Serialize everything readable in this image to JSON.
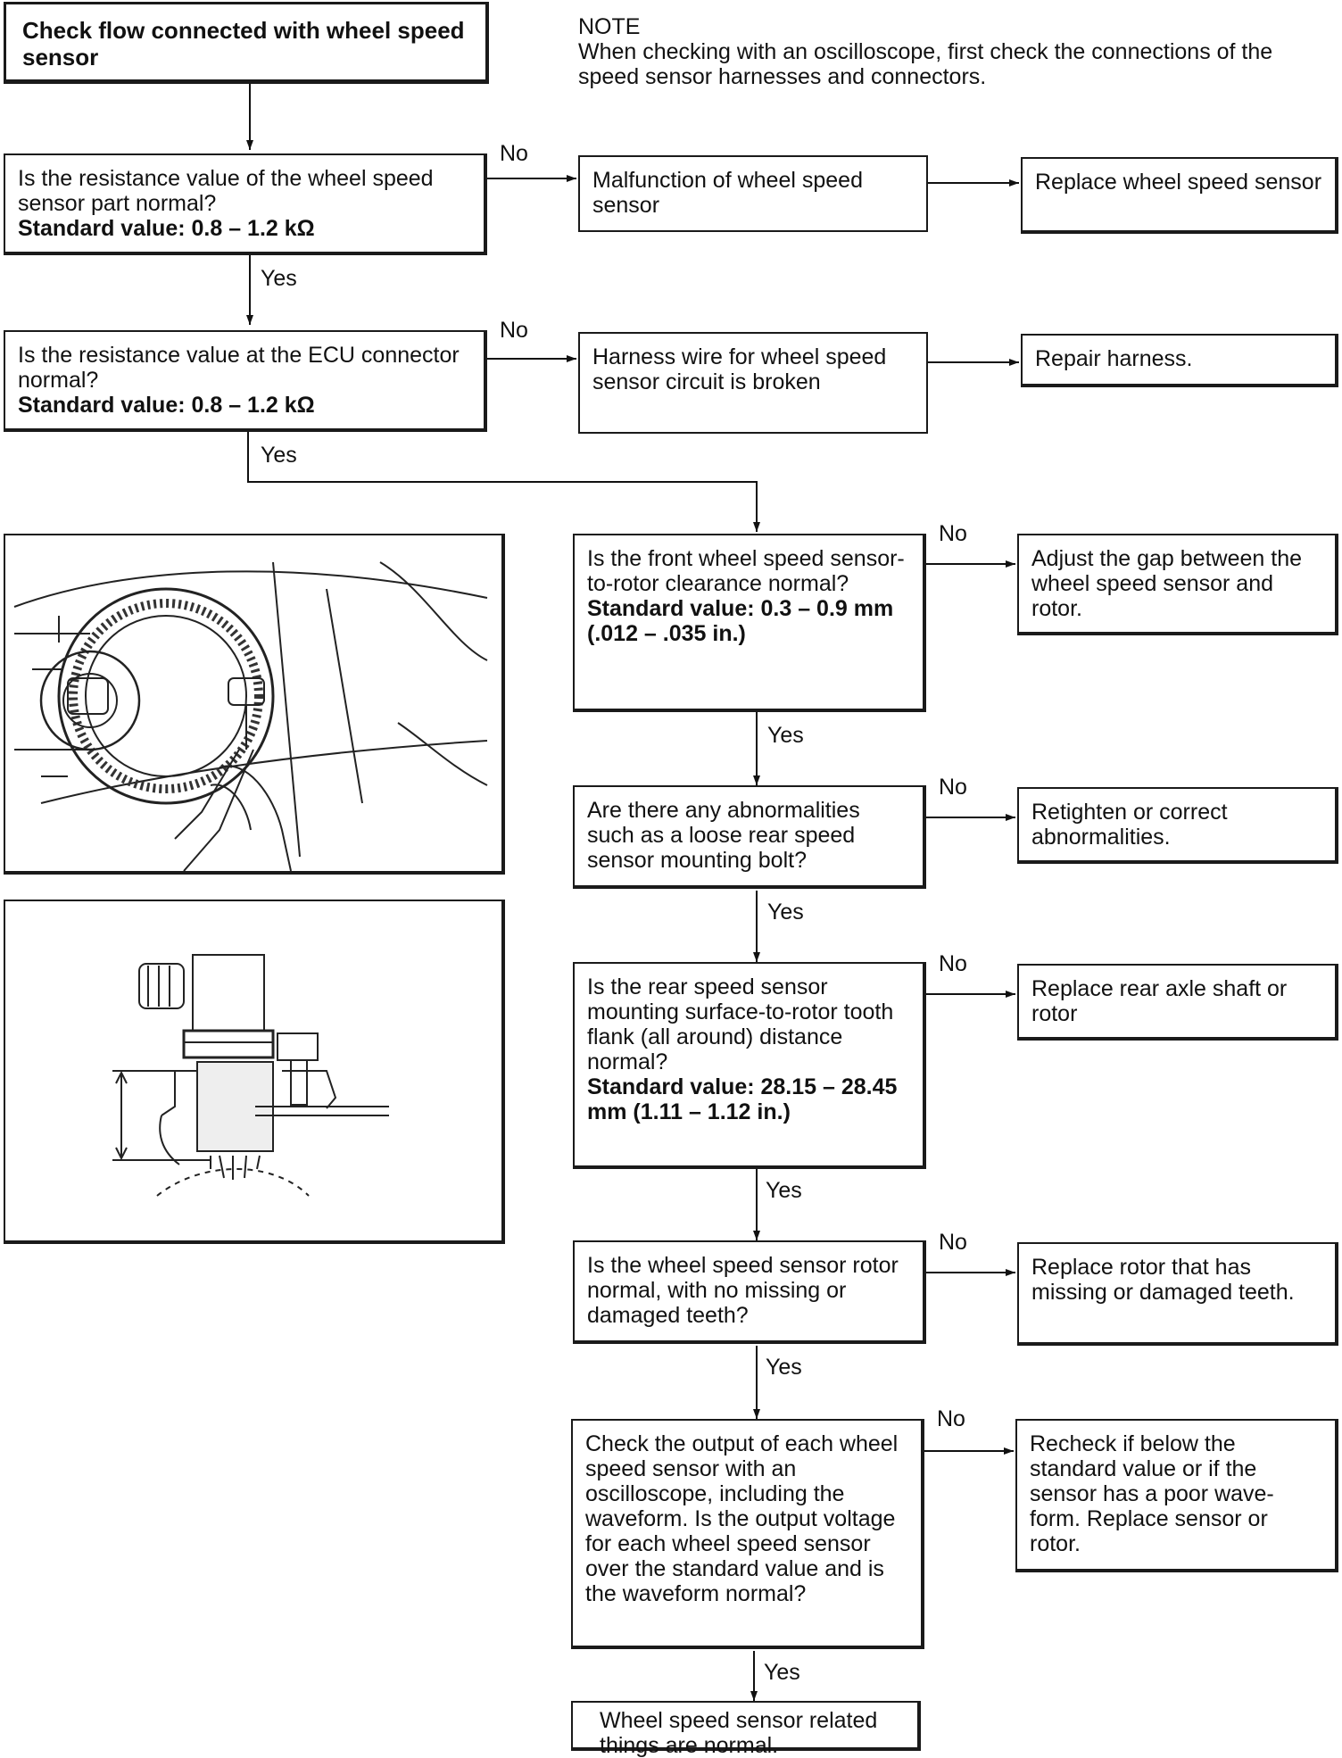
{
  "title": "Check flow connected with wheel speed sensor",
  "note": {
    "heading": "NOTE",
    "text": "When checking with an oscilloscope, first check the connections of the speed sensor harnesses and connectors."
  },
  "steps": [
    {
      "question": "Is the resistance value of the wheel speed sensor part normal?",
      "standard": "Standard value: 0.8 – 1.2 kΩ"
    },
    {
      "question": "Is the resistance value at the ECU connector normal?",
      "standard": "Standard value: 0.8 – 1.2 kΩ"
    },
    {
      "question": "Is the front wheel speed sensor-to-rotor clearance normal?",
      "standard": "Standard value: 0.3 – 0.9 mm (.012 – .035 in.)"
    },
    {
      "question": "Are there any abnormalities such as a loose rear speed sensor mounting bolt?",
      "standard": ""
    },
    {
      "question": "Is the rear speed sensor mounting surface-to-rotor tooth flank (all around) distance normal?",
      "standard": "Standard value: 28.15 – 28.45 mm (1.11 – 1.12 in.)"
    },
    {
      "question": "Is the wheel speed sensor rotor normal, with no missing or damaged teeth?",
      "standard": ""
    },
    {
      "question": "Check the output of each wheel speed sensor with an oscilloscope, including the waveform. Is the output voltage for each wheel speed sensor over the standard value and is the waveform normal?",
      "standard": ""
    }
  ],
  "diagnoses": [
    "Malfunction of wheel speed sensor",
    "Harness wire for wheel speed sensor circuit is broken"
  ],
  "actions": [
    "Replace wheel speed sensor",
    "Repair harness.",
    "Adjust the gap between the wheel speed sensor and rotor.",
    "Retighten or correct abnormalities.",
    "Replace rear axle shaft or rotor",
    "Replace rotor that has missing or damaged teeth.",
    "Recheck if below the standard value or if the sensor has a poor wave-form. Replace sensor or rotor."
  ],
  "final": "Wheel speed sensor related things are normal.",
  "labels": {
    "yes": "Yes",
    "no": "No"
  }
}
